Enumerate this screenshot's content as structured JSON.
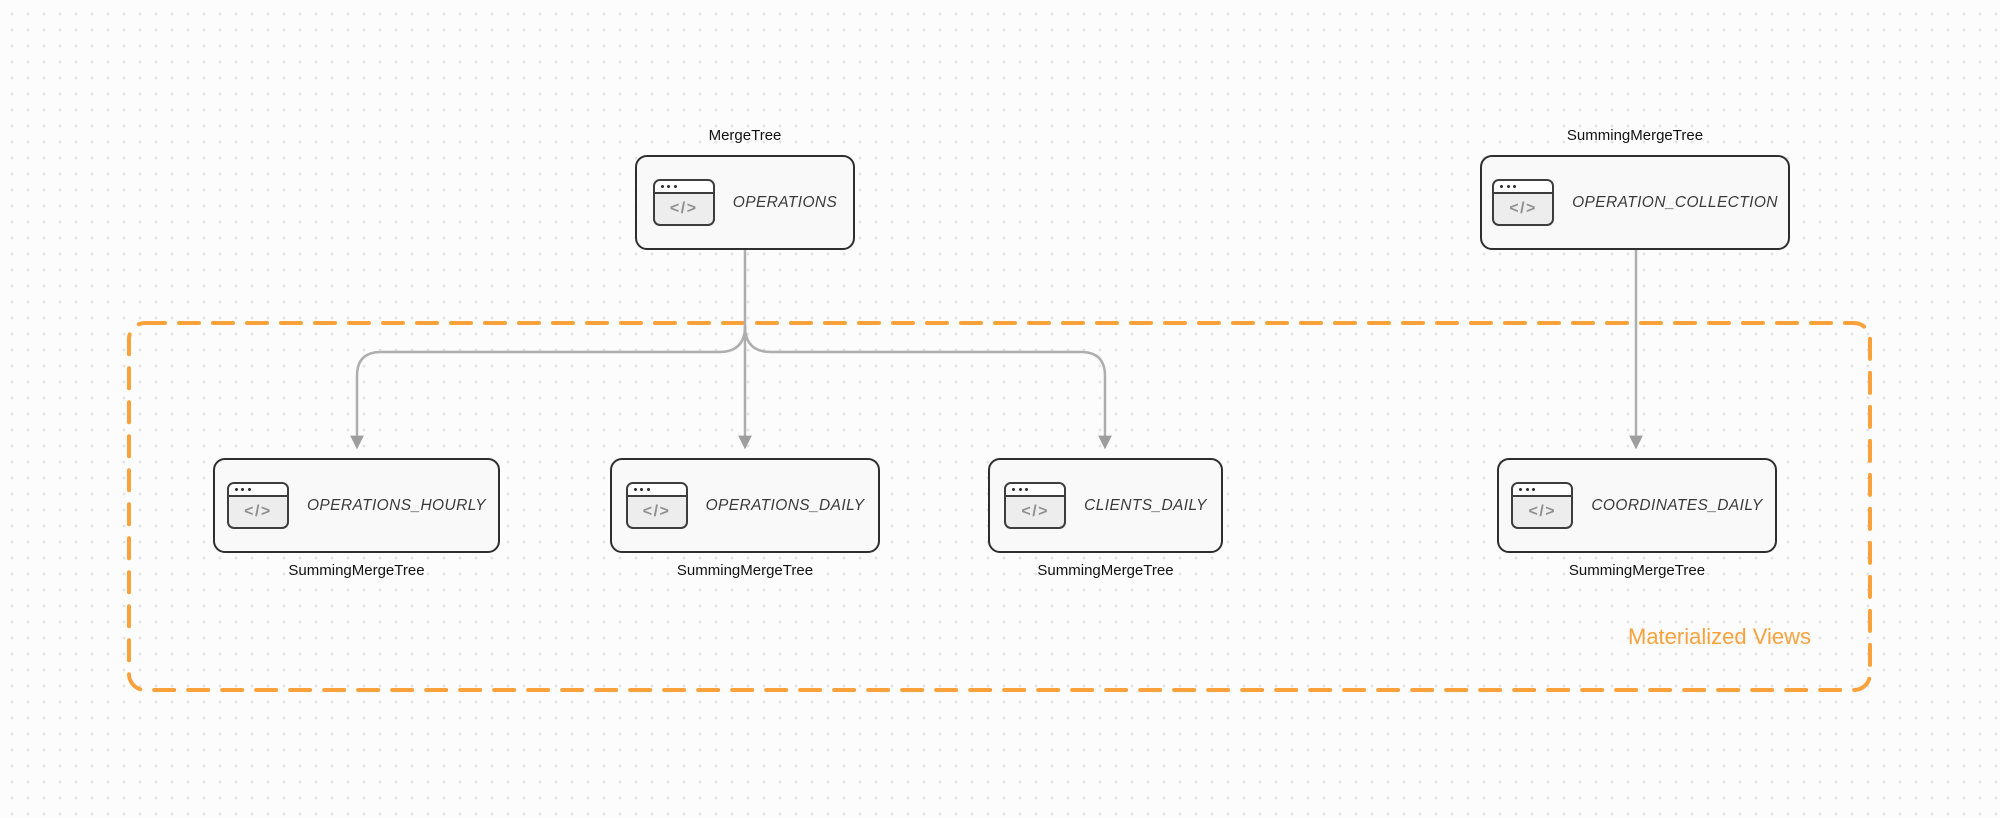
{
  "diagram": {
    "icon_glyph": "</>",
    "nodes": [
      {
        "id": "operations",
        "label": "OPERATIONS",
        "engine": "MergeTree",
        "engine_position": "top"
      },
      {
        "id": "operation_collection",
        "label": "OPERATION_COLLECTION",
        "engine": "SummingMergeTree",
        "engine_position": "top"
      },
      {
        "id": "operations_hourly",
        "label": "OPERATIONS_HOURLY",
        "engine": "SummingMergeTree",
        "engine_position": "bottom"
      },
      {
        "id": "operations_daily",
        "label": "OPERATIONS_DAILY",
        "engine": "SummingMergeTree",
        "engine_position": "bottom"
      },
      {
        "id": "clients_daily",
        "label": "CLIENTS_DAILY",
        "engine": "SummingMergeTree",
        "engine_position": "bottom"
      },
      {
        "id": "coordinates_daily",
        "label": "COORDINATES_DAILY",
        "engine": "SummingMergeTree",
        "engine_position": "bottom"
      }
    ],
    "edges": [
      {
        "from": "operations",
        "to": "operations_hourly"
      },
      {
        "from": "operations",
        "to": "operations_daily"
      },
      {
        "from": "operations",
        "to": "clients_daily"
      },
      {
        "from": "operation_collection",
        "to": "coordinates_daily"
      }
    ],
    "group": {
      "label": "Materialized Views",
      "color": "#F9A23C"
    },
    "colors": {
      "arrow": "#AEAEAE",
      "arrowhead": "#9E9E9E",
      "node_border": "#2E2E2E",
      "node_fill": "#F9F9F9",
      "group_dashed": "#F9A23C",
      "canvas_dot": "#E2E2E7"
    }
  }
}
